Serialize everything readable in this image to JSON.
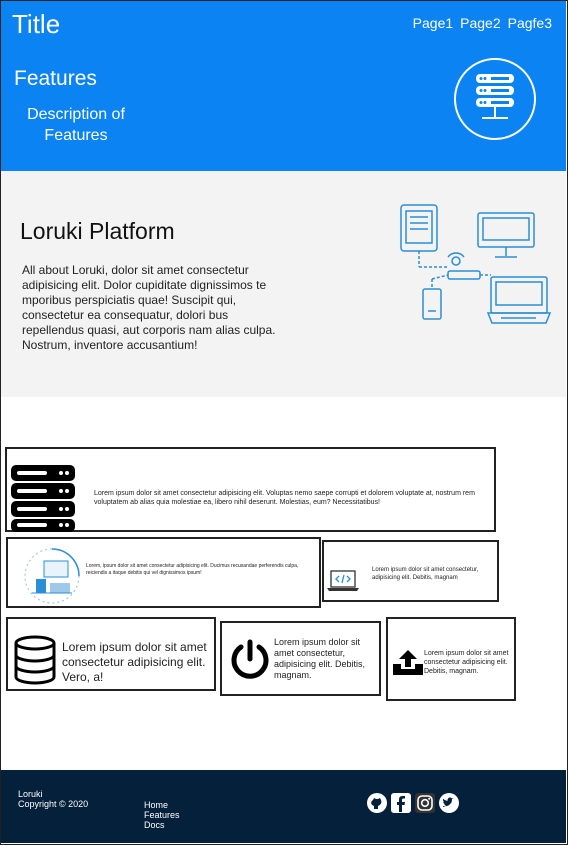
{
  "header": {
    "title": "Title",
    "nav": [
      "Page1",
      "Page2",
      "Pagfe3"
    ],
    "features": "Features",
    "description": "Description of Features"
  },
  "platform": {
    "heading": "Loruki Platform",
    "body": "All about  Loruki, dolor sit amet consectetur adipisicing elit. Dolor cupiditate dignissimos te mporibus perspiciatis quae! Suscipit qui, consectetur ea consequatur, dolori bus repellendus quasi, aut corporis nam alias culpa. Nostrum, inventore accusantium!"
  },
  "cards": [
    {
      "icon": "server-stack-icon",
      "text": "Lorem ipsum dolor sit amet consectetur adipisicing elit. Voluptas nemo saepe corrupti et dolorem voluptate at, nostrum rem voluptatem ab alias quia molestiae ea, libero nihil deserunt. Molestias, eum? Necessitatibus!"
    },
    {
      "icon": "workspace-illustration-icon",
      "text": "Lorem, ipsum dolor sit amet consectetur adipisicing elit. Ducimus recusandae perferendis culpa, reiciendis a itaque debitis qui vel dignissimos ipsum!"
    },
    {
      "icon": "code-laptop-icon",
      "text": "Lorem ipsum dolor sit amet consectetur, adipisicing elit. Debitis, magnam"
    },
    {
      "icon": "database-icon",
      "text": "Lorem ipsum dolor sit amet consectetur adipisicing elit. Vero, a!"
    },
    {
      "icon": "power-icon",
      "text": "Lorem ipsum dolor sit amet consectetur, adipisicing elit. Debitis, magnam."
    },
    {
      "icon": "upload-tray-icon",
      "text": "Lorem ipsum dolor sit amet consectetur adipisicing elit. Debitis, magnam."
    }
  ],
  "footer": {
    "brand": "Loruki",
    "copyright": "Copyright © 2020",
    "links": [
      "Home",
      "Features",
      "Docs"
    ],
    "social": [
      "github-icon",
      "facebook-icon",
      "instagram-icon",
      "twitter-icon"
    ]
  },
  "colors": {
    "header_bg": "#0b83f2",
    "footer_bg": "#05203b",
    "platform_bg": "#f3f3f3",
    "accent": "#2a8fd6"
  }
}
